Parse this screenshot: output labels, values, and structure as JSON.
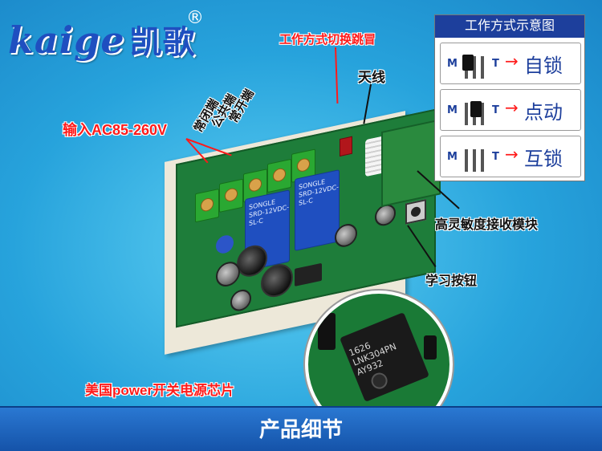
{
  "logo": {
    "latin": "kaige",
    "chinese": "凯歌",
    "registered": "®"
  },
  "labels": {
    "input_ac": "输入AC85-260V",
    "nc": "常闭端",
    "common": "公共端",
    "no": "常开端",
    "mode_switch": "工作方式切换跳冒",
    "antenna": "天线",
    "high_sensitivity": "高灵敏度接收模块",
    "learn_button": "学习按钮",
    "power_chip": "美国power开关电源芯片"
  },
  "mode_panel": {
    "title": "工作方式示意图",
    "m": "M",
    "t": "T",
    "arrow": "→",
    "modes": [
      {
        "name": "自锁"
      },
      {
        "name": "点动"
      },
      {
        "name": "互锁"
      }
    ]
  },
  "relay_text": "SONGLE SRD-12VDC-SL-C",
  "chip_text": {
    "line1": "1626",
    "line2": "LNK304PN",
    "line3": "AY932"
  },
  "bottom": {
    "title": "产品细节"
  },
  "colors": {
    "accent_red": "#ff1a1a",
    "panel_blue": "#1d3f9c",
    "relay_blue": "#1f4fc0",
    "pcb_green": "#1e7d3a"
  }
}
